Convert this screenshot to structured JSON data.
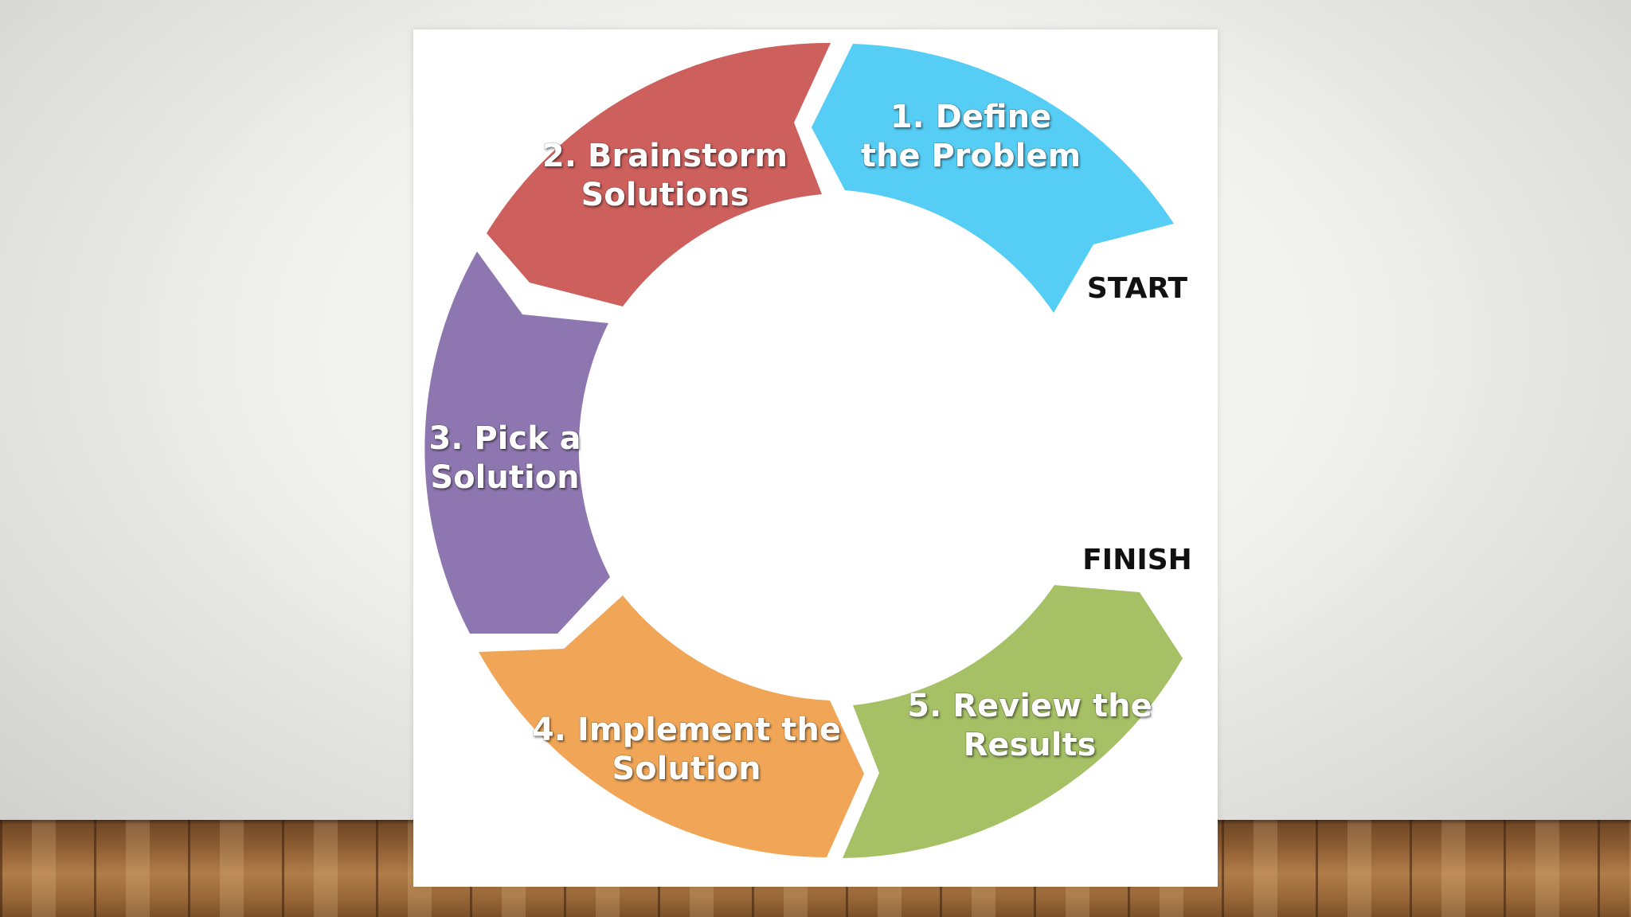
{
  "diagram": {
    "steps": [
      {
        "id": "define",
        "line1": "1. Define",
        "line2": "the Problem",
        "color": "#55CDF5"
      },
      {
        "id": "brainstorm",
        "line1": "2. Brainstorm",
        "line2": "Solutions",
        "color": "#CD5F5C"
      },
      {
        "id": "pick",
        "line1": "3. Pick a",
        "line2": "Solution",
        "color": "#8E77B0"
      },
      {
        "id": "implement",
        "line1": "4. Implement the",
        "line2": "Solution",
        "color": "#F0A656"
      },
      {
        "id": "review",
        "line1": "5. Review the",
        "line2": "Results",
        "color": "#A5C065"
      }
    ],
    "start_label": "START",
    "finish_label": "FINISH"
  }
}
